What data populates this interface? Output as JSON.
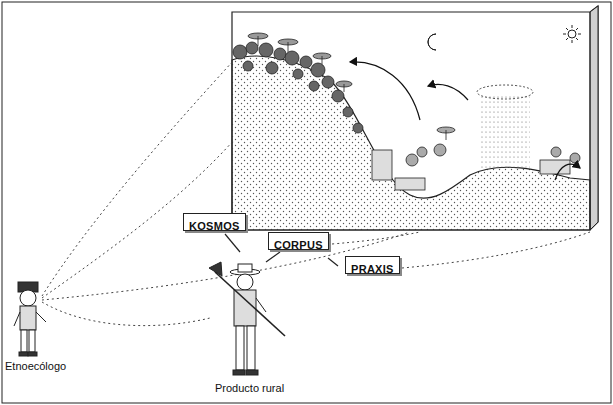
{
  "diagram": {
    "nodes": [
      {
        "text": [
          "KOSMOS"
        ]
      },
      {
        "text": [
          "CORPUS"
        ]
      },
      {
        "text": [
          "PRAXIS"
        ]
      }
    ],
    "labels": [
      "Etnoecólogo",
      "Producto rural"
    ]
  }
}
